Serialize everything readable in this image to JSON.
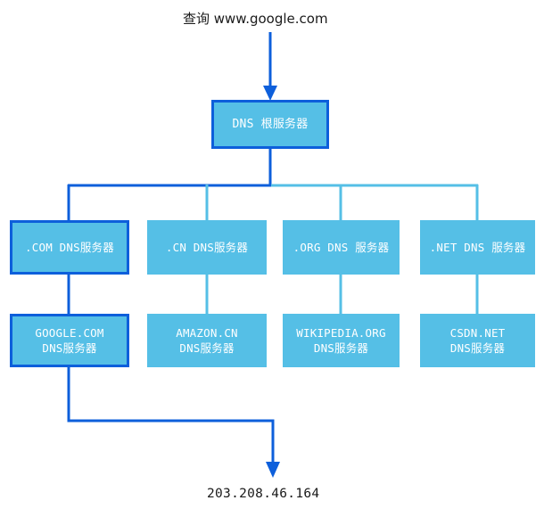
{
  "diagram": {
    "title_text": "查询 www.google.com",
    "result_text": "203.208.46.164",
    "colors": {
      "node_fill": "#55bfe6",
      "active_path": "#0d5fdb",
      "inactive_path": "#55bfe6",
      "node_text": "#ffffff",
      "caption_text": "#1a1a1a",
      "background": "#ffffff"
    },
    "root": {
      "label": "DNS 根服务器",
      "highlighted": true
    },
    "tld_row": [
      {
        "label": ".COM DNS服务器",
        "highlighted": true
      },
      {
        "label": ".CN DNS服务器",
        "highlighted": false
      },
      {
        "label": ".ORG DNS 服务器",
        "highlighted": false
      },
      {
        "label": ".NET DNS 服务器",
        "highlighted": false
      }
    ],
    "authoritative_row": [
      {
        "label": "GOOGLE.COM\nDNS服务器",
        "highlighted": true
      },
      {
        "label": "AMAZON.CN\nDNS服务器",
        "highlighted": false
      },
      {
        "label": "WIKIPEDIA.ORG\nDNS服务器",
        "highlighted": false
      },
      {
        "label": "CSDN.NET\nDNS服务器",
        "highlighted": false
      }
    ]
  }
}
